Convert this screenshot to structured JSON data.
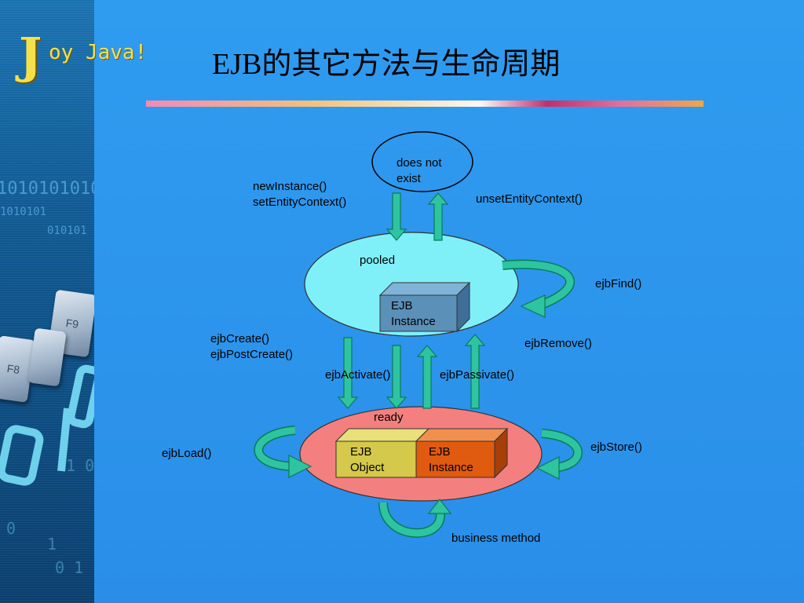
{
  "slide": {
    "title": "EJB的其它方法与生命周期",
    "logo": {
      "initial": "J",
      "rest": "oy Java!"
    }
  },
  "sidebar": {
    "binary_lines": [
      "1010101010",
      "1010101",
      "010101"
    ],
    "keys": [
      "F9",
      "F8"
    ]
  },
  "diagram": {
    "states": {
      "does_not_exist": "does not\nexist",
      "pooled": "pooled",
      "ready": "ready"
    },
    "boxes": {
      "pooled_instance": "EJB\nInstance",
      "ready_object": "EJB\nObject",
      "ready_instance": "EJB\nInstance"
    },
    "transitions": {
      "new_instance": "newInstance()\nsetEntityContext()",
      "unset_context": "unsetEntityContext()",
      "ejb_find": "ejbFind()",
      "ejb_create": "ejbCreate()\nejbPostCreate()",
      "ejb_remove": "ejbRemove()",
      "ejb_activate": "ejbActivate()",
      "ejb_passivate": "ejbPassivate()",
      "ejb_load": "ejbLoad()",
      "ejb_store": "ejbStore()",
      "business_method": "business method"
    },
    "colors": {
      "pooled_fill": "#7ff0f8",
      "ready_fill": "#f47f7f",
      "arrow_fill": "#2ec4a0",
      "arrow_stroke": "#0a7a5a",
      "instance_box": "#5b90b8",
      "object_box": "#d4c94a",
      "ready_instance_box": "#e05a10"
    }
  }
}
